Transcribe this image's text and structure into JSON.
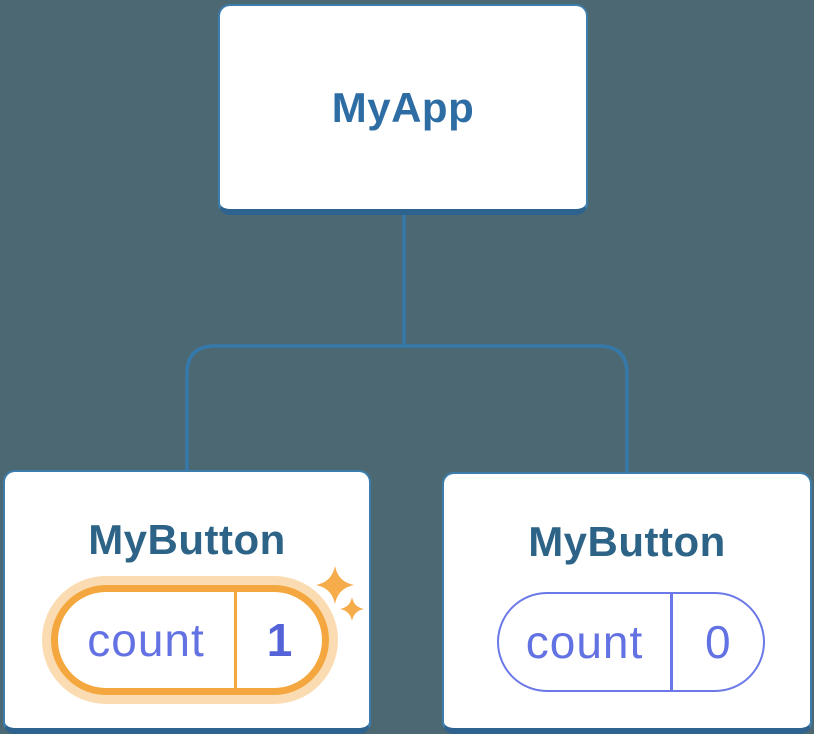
{
  "diagram": {
    "root": {
      "label": "MyApp"
    },
    "children": [
      {
        "label": "MyButton",
        "state": {
          "key": "count",
          "value": "1"
        },
        "highlighted": true
      },
      {
        "label": "MyButton",
        "state": {
          "key": "count",
          "value": "0"
        },
        "highlighted": false
      }
    ]
  },
  "icons": [
    {
      "name": "sparkle-icon",
      "meaning": "state-updated highlight",
      "glyph": "✦"
    }
  ],
  "colors": {
    "background": "#4C6973",
    "node_border": "#3C7DAC",
    "node_border_bottom": "#2E628F",
    "node_title_root": "#2E6DA4",
    "node_title_child": "#2C6387",
    "connector": "#3579AA",
    "state_key_text": "#6372E2",
    "state_value_bold": "#5563D8",
    "pill_border_purple": "#6B79E8",
    "highlight_orange": "#F4A73E",
    "highlight_glow": "rgba(244,167,62,0.40)",
    "sparkle": "#F6AC4B"
  }
}
